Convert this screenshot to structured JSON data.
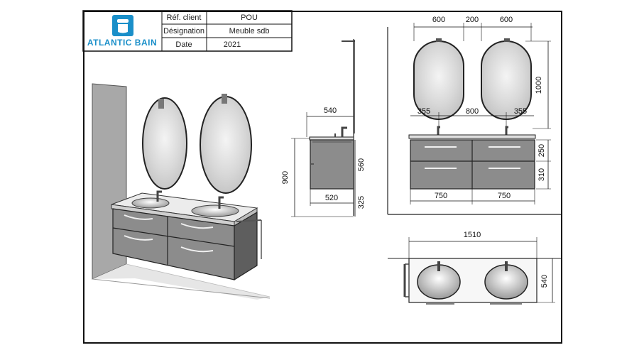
{
  "title_block": {
    "brand": "ATLANTIC BAIN",
    "rows": [
      {
        "label": "Réf. client",
        "value": "POU"
      },
      {
        "label": "Désignation",
        "value": "Meuble sdb"
      },
      {
        "label": "Date",
        "value": "2021"
      }
    ]
  },
  "dimensions": {
    "side_depth": "540",
    "side_total_height": "900",
    "side_cabinet_height": "560",
    "side_leg_height": "325",
    "side_base_depth": "520",
    "front_mirror_width_left": "600",
    "front_mirror_gap": "200",
    "front_mirror_width_right": "600",
    "front_mirror_height": "1000",
    "front_edge_left": "355",
    "front_center_spacing": "800",
    "front_edge_right": "355",
    "front_top_drawer_height": "250",
    "front_bottom_drawer_height": "310",
    "front_drawer_width_left": "750",
    "front_drawer_width_right": "750",
    "top_total_width": "1510",
    "top_depth": "540"
  },
  "colors": {
    "cabinet": "#8c8c8c",
    "wall": "#a8a8a8",
    "brand_blue": "#1a8fc9",
    "mirror": "#dcdcdc"
  }
}
